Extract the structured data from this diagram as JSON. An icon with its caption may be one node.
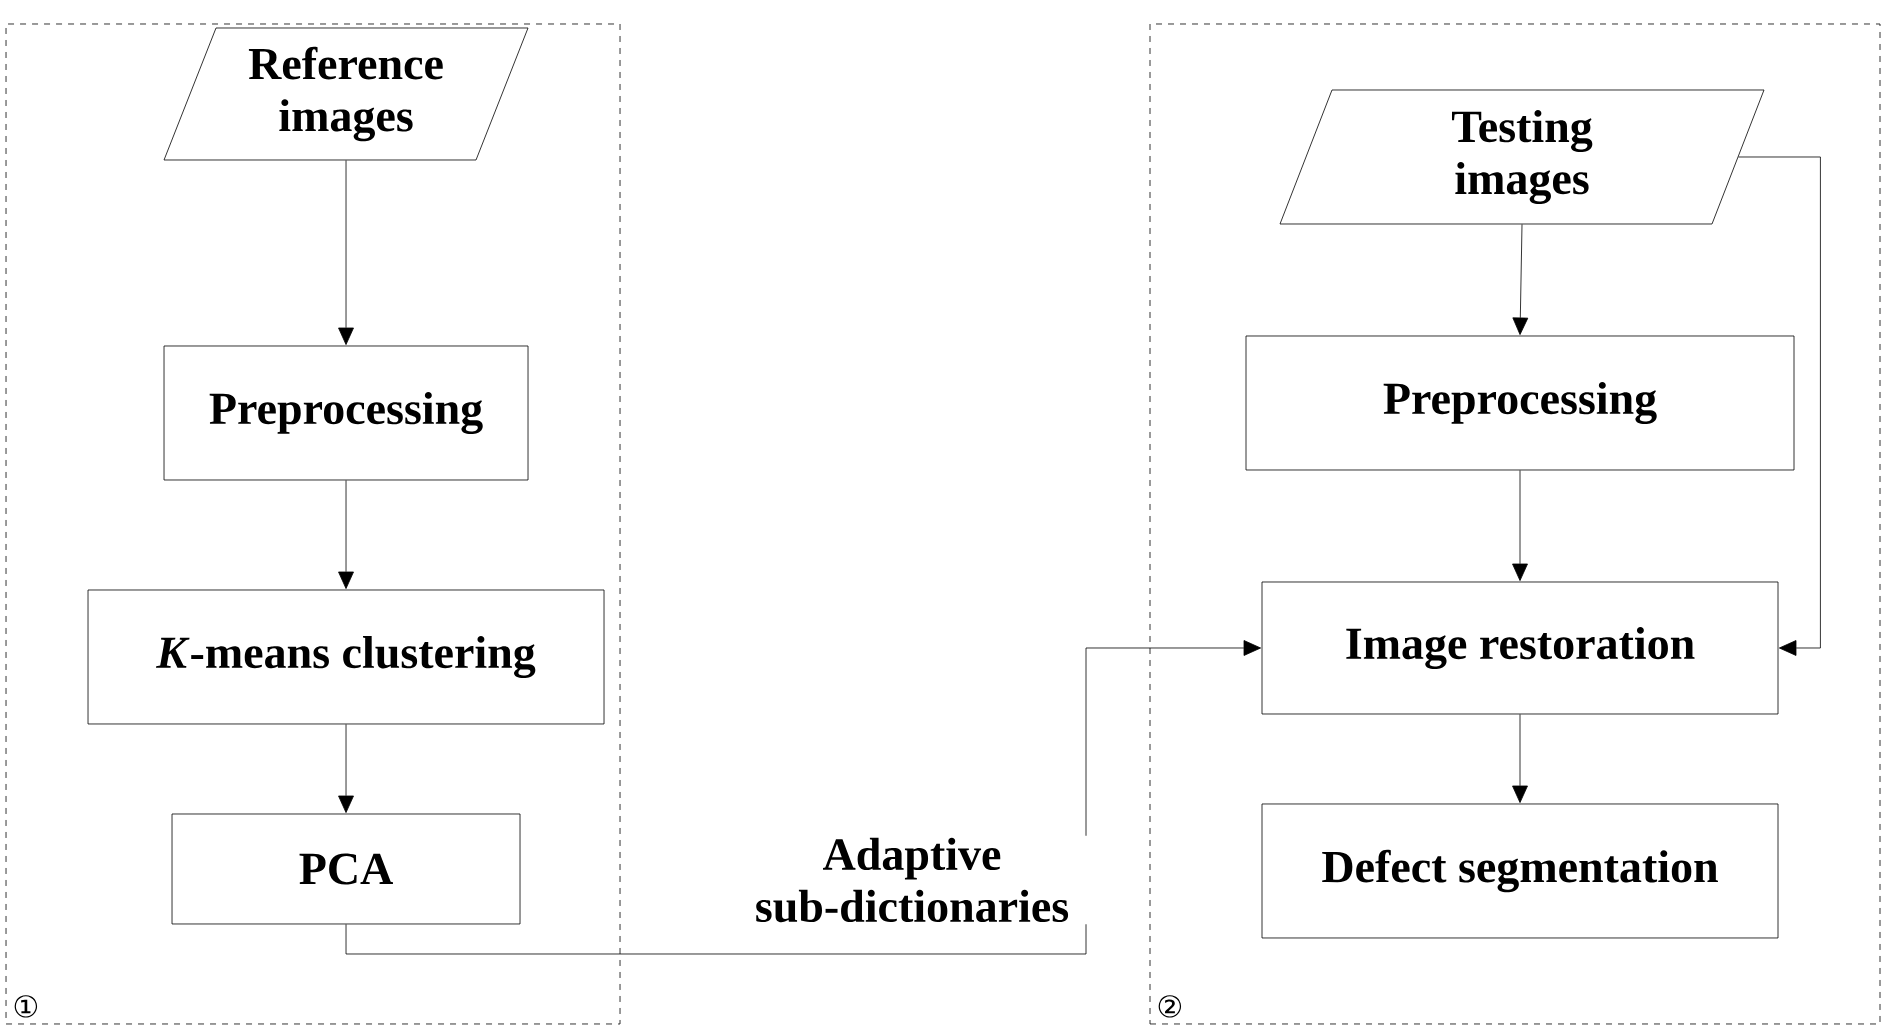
{
  "diagram": {
    "nodes": [
      {
        "text": [
          "①"
        ]
      },
      {
        "text": [
          "Reference images"
        ],
        "in": 0
      },
      {
        "text": [
          "Preprocessing"
        ],
        "in": 0
      },
      {
        "text": [
          "*K*-means clustering"
        ],
        "in": 0
      },
      {
        "text": [
          "PCA"
        ],
        "in": 0
      },
      {
        "text": [
          "②"
        ]
      },
      {
        "text": [
          "Testing images"
        ],
        "in": 5
      },
      {
        "text": [
          "Preprocessing"
        ],
        "in": 5
      },
      {
        "text": [
          "Image restoration"
        ],
        "in": 5
      },
      {
        "text": [
          "Defect segmentation"
        ],
        "in": 5
      }
    ],
    "edges": [
      {
        "from": 1,
        "to": 2,
        "arrow": "to"
      },
      {
        "from": 2,
        "to": 3,
        "arrow": "to"
      },
      {
        "from": 3,
        "to": 4,
        "arrow": "to"
      },
      {
        "from": 4,
        "to": 8,
        "arrow": "to",
        "label": "Adaptive sub-dictionaries"
      },
      {
        "from": 6,
        "to": 7,
        "arrow": "to"
      },
      {
        "from": 7,
        "to": 8,
        "arrow": "to"
      },
      {
        "from": 8,
        "to": 9,
        "arrow": "to"
      },
      {
        "from": 6,
        "to": 8,
        "arrow": "to"
      }
    ]
  }
}
